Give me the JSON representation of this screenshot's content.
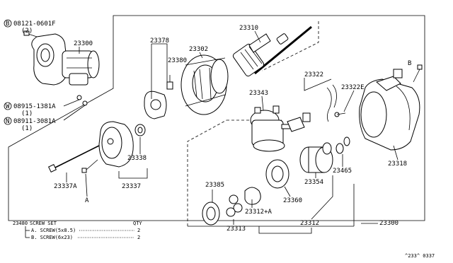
{
  "callouts": {
    "bolt_b": "08121-0601F",
    "bolt_b_qty": "(2)",
    "washer_w": "08915-1381A",
    "washer_w_qty": "(1)",
    "nut_n": "08911-3081A",
    "nut_n_qty": "(1)",
    "circle_b": "B",
    "circle_w": "W",
    "circle_n": "N",
    "ref_a": "A",
    "ref_b": "B"
  },
  "part_numbers": {
    "starter_assy_top": "23300",
    "starter_assy_bottom": "23300",
    "armature": "23310",
    "yoke": "23302",
    "brush_holder": "23378",
    "brush": "23380",
    "pinion_shift": "23322",
    "lever_pin": "23322E",
    "solenoid": "23343",
    "housing": "23318",
    "bracket": "23338",
    "through_bolt": "23337A",
    "rear_cover": "23337",
    "ring": "23385",
    "gear": "23312+A",
    "planet_gears": "23313",
    "internal_gear": "23360",
    "clutch": "23354",
    "stop_ring": "23465",
    "shaft_assy": "23312"
  },
  "screw_set": {
    "number": "23480",
    "title": "SCREW SET",
    "qty_header": "QTY",
    "rows": [
      {
        "label": "A. SCREW(5x8.5)",
        "qty": "2"
      },
      {
        "label": "B. SCREW(6x23)",
        "qty": "2"
      }
    ]
  },
  "diagram_code": "^233^ 0337"
}
